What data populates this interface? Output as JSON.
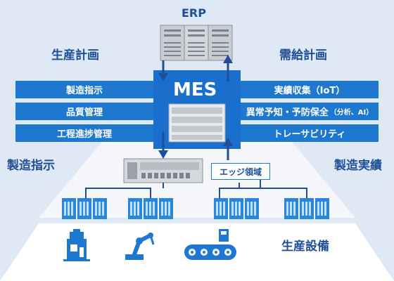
{
  "colors": {
    "background": "#dfe9f5",
    "accent": "#1e78d0",
    "heading": "#1e4f96",
    "mes_box": "#1a6fcc",
    "layer_light": "#e9eef4",
    "layer_white": "#ffffff"
  },
  "erp": {
    "label": "ERP",
    "icon": "server-rack-icon"
  },
  "mes": {
    "label": "MES",
    "icon": "server-unit-icon"
  },
  "left": {
    "heading": "生産計画",
    "functions": [
      "製造指示",
      "品質管理",
      "工程進捗管理"
    ],
    "lower_heading": "製造指示"
  },
  "right": {
    "heading": "需給計画",
    "functions": [
      {
        "label": "実績収集（IoT）",
        "note": ""
      },
      {
        "label": "異常予知・予防保全",
        "note": "（分析、AI）"
      },
      {
        "label": "トレーサビリティ",
        "note": ""
      }
    ],
    "lower_heading": "製造実績"
  },
  "edge": {
    "label": "エッジ領域"
  },
  "equipment": {
    "label": "生産設備",
    "icons": [
      "factory-machine-icon",
      "robot-arm-icon",
      "conveyor-icon"
    ]
  },
  "control_icon": "plc-controller-icon",
  "controller_group_icon": "control-panel-icon"
}
